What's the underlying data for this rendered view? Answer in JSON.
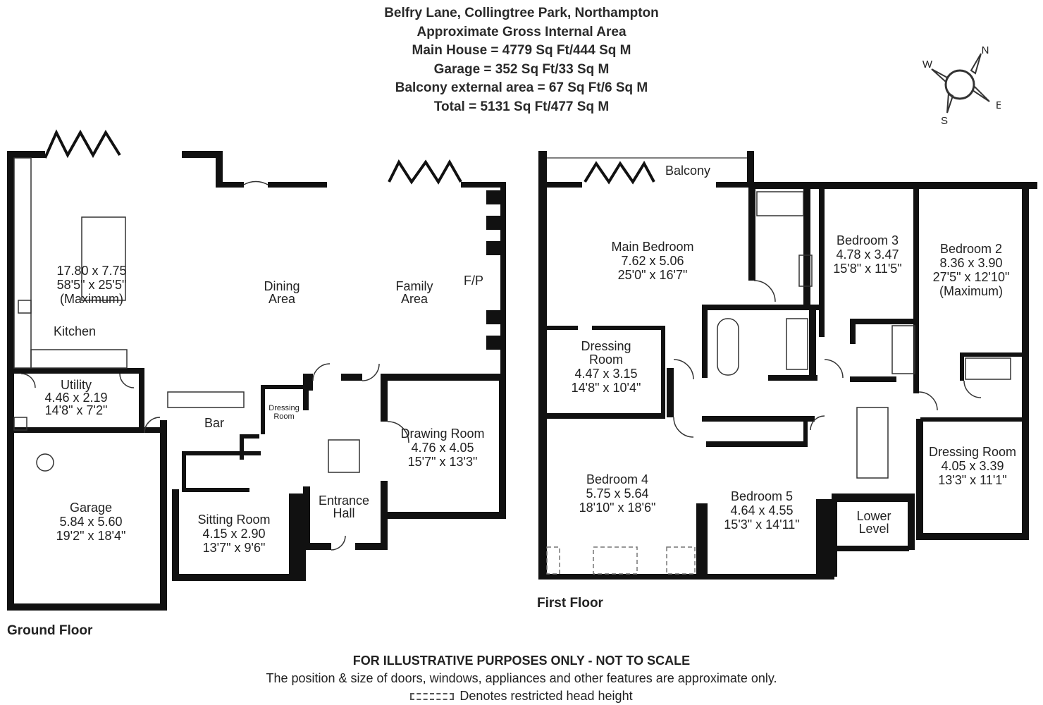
{
  "header": {
    "address": "Belfry Lane, Collingtree Park, Northampton",
    "area_title": "Approximate Gross Internal Area",
    "main_house": "Main House = 4779 Sq Ft/444 Sq M",
    "garage": "Garage = 352 Sq Ft/33 Sq M",
    "balcony": "Balcony external area = 67 Sq Ft/6 Sq M",
    "total": "Total = 5131 Sq Ft/477 Sq M"
  },
  "compass": {
    "n": "N",
    "e": "E",
    "s": "S",
    "w": "W"
  },
  "ground_floor": {
    "label": "Ground Floor",
    "open_plan": {
      "dim_m": "17.80 x 7.75",
      "dim_ft": "58'5\" x 25'5\"",
      "note": "(Maximum)"
    },
    "kitchen": "Kitchen",
    "dining": {
      "l1": "Dining",
      "l2": "Area"
    },
    "family": {
      "l1": "Family",
      "l2": "Area"
    },
    "fp": "F/P",
    "utility": {
      "name": "Utility",
      "dim_m": "4.46 x 2.19",
      "dim_ft": "14'8\" x 7'2\""
    },
    "bar": "Bar",
    "dressing": {
      "l1": "Dressing",
      "l2": "Room"
    },
    "drawing": {
      "name": "Drawing Room",
      "dim_m": "4.76 x 4.05",
      "dim_ft": "15'7\" x 13'3\""
    },
    "garage": {
      "name": "Garage",
      "dim_m": "5.84 x 5.60",
      "dim_ft": "19'2\" x 18'4\""
    },
    "sitting": {
      "name": "Sitting Room",
      "dim_m": "4.15 x 2.90",
      "dim_ft": "13'7\" x 9'6\""
    },
    "hall": {
      "l1": "Entrance",
      "l2": "Hall"
    }
  },
  "first_floor": {
    "label": "First Floor",
    "balcony": "Balcony",
    "main_bedroom": {
      "name": "Main Bedroom",
      "dim_m": "7.62 x 5.06",
      "dim_ft": "25'0\" x 16'7\""
    },
    "bedroom3": {
      "name": "Bedroom 3",
      "dim_m": "4.78 x 3.47",
      "dim_ft": "15'8\" x 11'5\""
    },
    "bedroom2": {
      "name": "Bedroom 2",
      "dim_m": "8.36 x 3.90",
      "dim_ft": "27'5\" x 12'10\"",
      "note": "(Maximum)"
    },
    "dressing": {
      "l1": "Dressing",
      "l2": "Room",
      "dim_m": "4.47 x 3.15",
      "dim_ft": "14'8\" x 10'4\""
    },
    "bedroom4": {
      "name": "Bedroom 4",
      "dim_m": "5.75 x 5.64",
      "dim_ft": "18'10\" x 18'6\""
    },
    "bedroom5": {
      "name": "Bedroom 5",
      "dim_m": "4.64 x 4.55",
      "dim_ft": "15'3\" x 14'11\""
    },
    "lower": {
      "l1": "Lower",
      "l2": "Level"
    },
    "dressing2": {
      "name": "Dressing Room",
      "dim_m": "4.05 x 3.39",
      "dim_ft": "13'3\" x 11'1\""
    }
  },
  "footer": {
    "disclaimer": "FOR ILLUSTRATIVE PURPOSES ONLY - NOT TO SCALE",
    "note": "The position & size of doors, windows, appliances and other features are approximate only.",
    "legend": "Denotes restricted head height"
  }
}
